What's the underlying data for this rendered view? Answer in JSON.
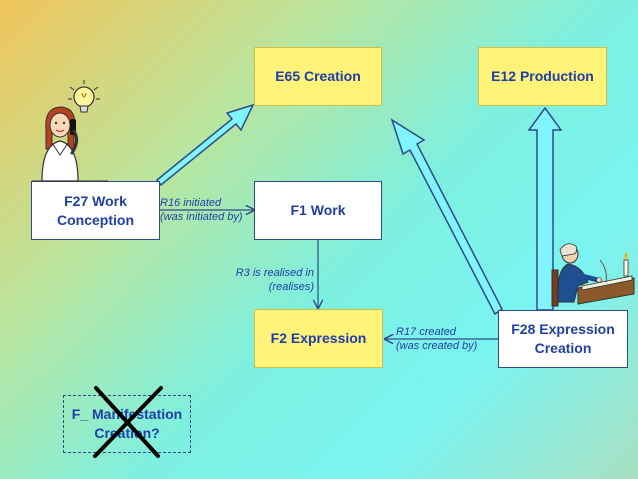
{
  "entities": {
    "e65": "E65 Creation",
    "e12": "E12 Production",
    "f27": "F27 Work Conception",
    "f1": "F1 Work",
    "f2": "F2 Expression",
    "f28": "F28 Expression Creation",
    "fm": "F_ Manifestation Creation?"
  },
  "relations": {
    "r16_a": "R16 initiated",
    "r16_b": "(was initiated by)",
    "r3_a": "R3 is realised in",
    "r3_b": "(realises)",
    "r17_a": "R17 created",
    "r17_b": "(was created by)"
  },
  "colors": {
    "yellow_box": "#fff37a",
    "text_blue": "#1f3fa8",
    "arrow_fill": "#80f4ff",
    "cross": "#000000"
  },
  "icons": {
    "thinker": "woman-on-phone-with-lightbulb-icon",
    "writer": "man-writing-at-desk-icon"
  }
}
